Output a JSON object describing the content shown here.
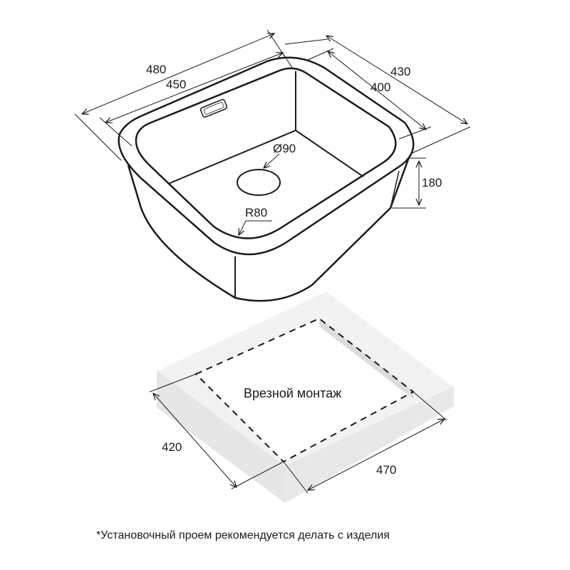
{
  "sink": {
    "dims": {
      "outer_length": "480",
      "inner_length": "450",
      "outer_width": "430",
      "inner_width": "400",
      "depth": "180",
      "drain": "Ø90",
      "radius": "R80"
    }
  },
  "cutout": {
    "title": "Врезной монтаж",
    "width": "420",
    "length": "470"
  },
  "footnote": "*Установочный проем рекомендуется делать с изделия"
}
